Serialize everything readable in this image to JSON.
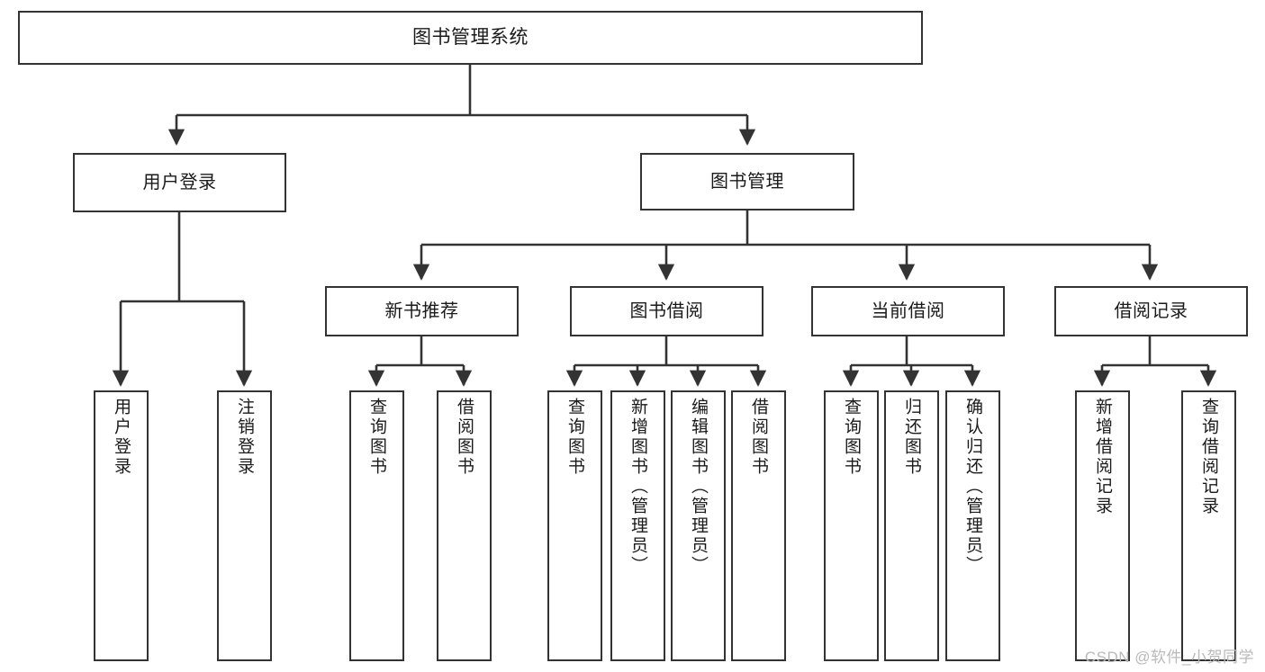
{
  "diagram": {
    "type": "tree-hierarchy",
    "title": "图书管理系统",
    "root": {
      "label": "图书管理系统"
    },
    "level2": [
      {
        "id": "user-login",
        "label": "用户登录"
      },
      {
        "id": "book-management",
        "label": "图书管理"
      }
    ],
    "level3": [
      {
        "id": "new-book-recommend",
        "label": "新书推荐",
        "parent": "book-management"
      },
      {
        "id": "book-borrow",
        "label": "图书借阅",
        "parent": "book-management"
      },
      {
        "id": "current-borrow",
        "label": "当前借阅",
        "parent": "book-management"
      },
      {
        "id": "borrow-record",
        "label": "借阅记录",
        "parent": "book-management"
      }
    ],
    "leaves": [
      {
        "id": "leaf-user-login",
        "label": "用户登录",
        "parent": "user-login"
      },
      {
        "id": "leaf-logout",
        "label": "注销登录",
        "parent": "user-login"
      },
      {
        "id": "leaf-query-book-1",
        "label": "查询图书",
        "parent": "new-book-recommend"
      },
      {
        "id": "leaf-borrow-book-1",
        "label": "借阅图书",
        "parent": "new-book-recommend"
      },
      {
        "id": "leaf-query-book-2",
        "label": "查询图书",
        "parent": "book-borrow"
      },
      {
        "id": "leaf-add-book",
        "label": "新增图书（管理员）",
        "parent": "book-borrow"
      },
      {
        "id": "leaf-edit-book",
        "label": "编辑图书（管理员）",
        "parent": "book-borrow"
      },
      {
        "id": "leaf-borrow-book-2",
        "label": "借阅图书",
        "parent": "book-borrow"
      },
      {
        "id": "leaf-query-book-3",
        "label": "查询图书",
        "parent": "current-borrow"
      },
      {
        "id": "leaf-return-book",
        "label": "归还图书",
        "parent": "current-borrow"
      },
      {
        "id": "leaf-confirm-return",
        "label": "确认归还（管理员）",
        "parent": "current-borrow"
      },
      {
        "id": "leaf-add-record",
        "label": "新增借阅记录",
        "parent": "borrow-record"
      },
      {
        "id": "leaf-query-record",
        "label": "查询借阅记录",
        "parent": "borrow-record"
      }
    ],
    "colors": {
      "stroke": "#333333",
      "box_fill": "#ffffff",
      "text": "#1a1a1a",
      "background": "#ffffff",
      "watermark": "#b9b9b9"
    }
  },
  "watermark": {
    "text": "CSDN @软件_小贺同学"
  }
}
